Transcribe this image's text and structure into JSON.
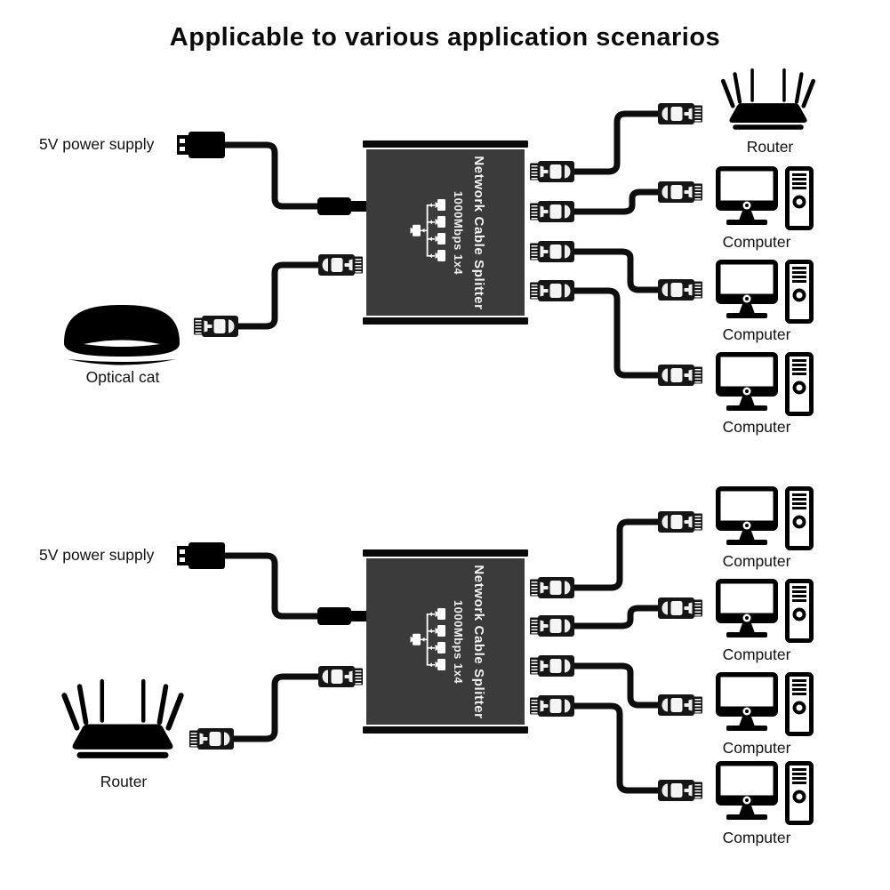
{
  "title": "Applicable to various application scenarios",
  "splitter": {
    "name": "Network Cable Splitter",
    "spec": "1000Mbps 1x4"
  },
  "scenario1": {
    "power_label": "5V power supply",
    "source_label": "Optical cat",
    "outputs": [
      "Router",
      "Computer",
      "Computer",
      "Computer"
    ]
  },
  "scenario2": {
    "power_label": "5V power supply",
    "source_label": "Router",
    "outputs": [
      "Computer",
      "Computer",
      "Computer",
      "Computer"
    ]
  },
  "icons": {
    "power_plug": "usb-plug-icon",
    "power_connector": "micro-usb-plug-icon",
    "network_connector": "rj45-connector-icon",
    "modem": "optical-cat-icon",
    "router": "router-icon",
    "computer": "computer-icon",
    "splitter_topology": "one-to-four-topology-icon"
  },
  "colors": {
    "background": "#ffffff",
    "device": "#000000",
    "splitter_body": "#3b3b3b",
    "splitter_text": "#f2f2f2",
    "cable": "#0d0d0d",
    "text": "#111111"
  }
}
